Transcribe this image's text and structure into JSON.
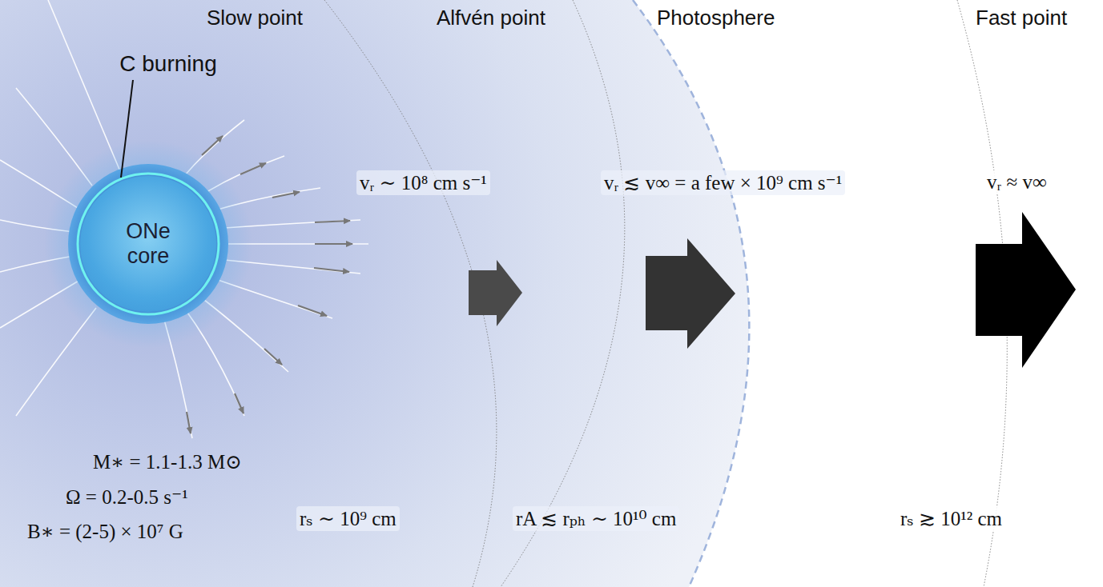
{
  "diagram": {
    "nodes": [
      {
        "text": [
          "ONe core"
        ]
      }
    ],
    "labels": [
      "Slow point",
      "Alfvén point",
      "Photosphere",
      "Fast point",
      "C burning",
      "vᵣ ∼ 10⁸ cm s⁻¹",
      "vᵣ ≲ v∞ = a few × 10⁹ cm s⁻¹",
      "vᵣ ≈ v∞",
      "M∗ = 1.1-1.3 M⊙",
      "Ω = 0.2-0.5 s⁻¹",
      "B∗ = (2-5) × 10⁷ G",
      "rₛ ∼ 10⁹ cm",
      "rA ≲ rₚₕ ∼ 10¹⁰ cm",
      "rₛ ≳ 10¹² cm"
    ]
  }
}
